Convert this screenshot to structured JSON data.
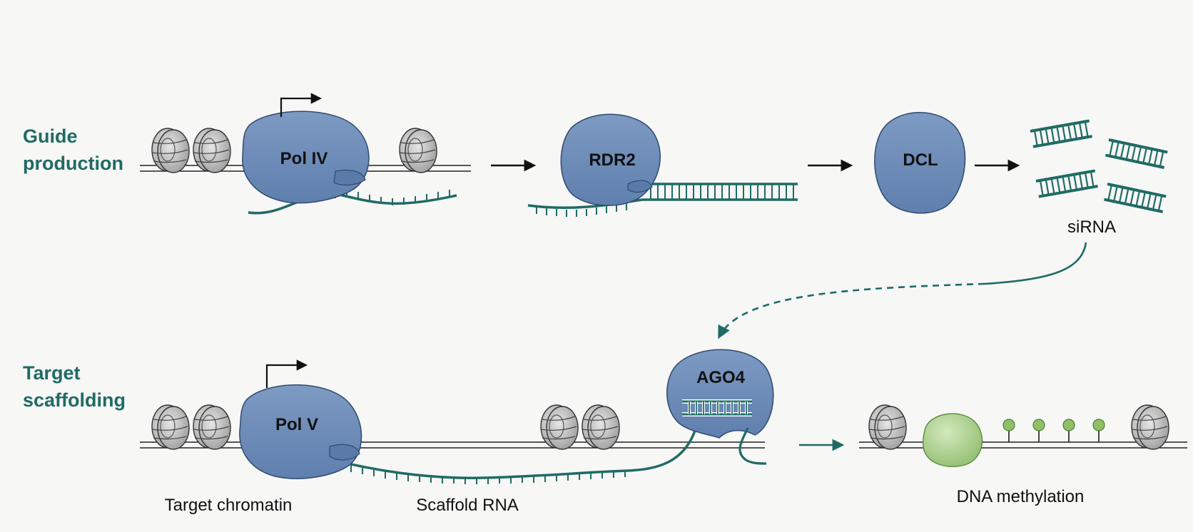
{
  "rows": {
    "guide": {
      "title_line1": "Guide",
      "title_line2": "production"
    },
    "target": {
      "title_line1": "Target",
      "title_line2": "scaffolding"
    }
  },
  "proteins": {
    "pol4": "Pol IV",
    "rdr2": "RDR2",
    "dcl": "DCL",
    "pol5": "Pol V",
    "ago4": "AGO4"
  },
  "captions": {
    "sirna": "siRNA",
    "target_chromatin": "Target chromatin",
    "scaffold_rna": "Scaffold RNA",
    "dna_methylation": "DNA methylation"
  },
  "colors": {
    "protein_blue": "#6f8db8",
    "teal": "#1f6b64",
    "methyl_green": "#a9cf8a",
    "background": "#f7f7f6"
  }
}
